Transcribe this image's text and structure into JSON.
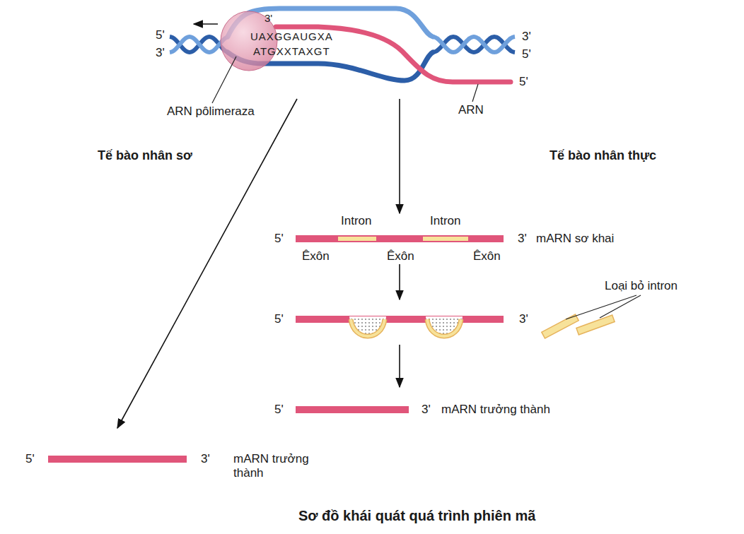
{
  "diagram": {
    "caption": "Sơ đồ khái quát quá trình phiên mã",
    "labels": [
      "5'",
      "3'",
      "3'",
      "UAXGGAUGXA",
      "ATGXXTAXGT",
      "3'",
      "5'",
      "5'",
      "ARN pôlimeraza",
      "ARN",
      "Tế bào nhân sơ",
      "Tế bào nhân thực",
      "Intron",
      "Intron",
      "5'",
      "3'",
      "mARN sơ khai",
      "Êxôn",
      "Êxôn",
      "Êxôn",
      "Loại bỏ intron",
      "5'",
      "3'",
      "5'",
      "3'",
      "mARN trưởng thành",
      "5'",
      "3'",
      "mARN trưởng thành"
    ]
  }
}
